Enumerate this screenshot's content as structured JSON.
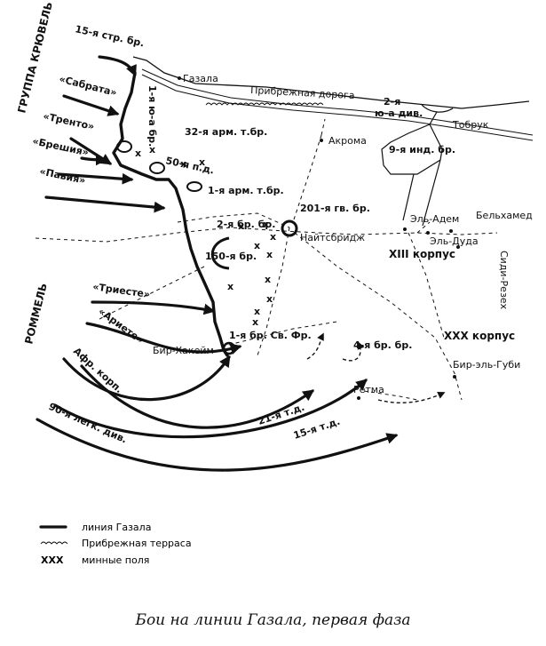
{
  "labels": {
    "gazala": "Газала",
    "coastal_road": "Прибрежная дорога",
    "div2": "2-я",
    "div2b": "ю-а див.",
    "tobruk": "Тобрук",
    "akroma": "Акрома",
    "ind9": "9-я инд. бр.",
    "arm32": "32-я арм. т.бр.",
    "sa1": "1-я ю-а бр.",
    "pd50": "50-я п.д.",
    "arm1": "1-я арм. т.бр.",
    "gv201": "201-я гв. бр.",
    "br2": "2-я бр. бр.",
    "knightsbridge": "Найтсбридж",
    "eladem": "Эль-Адем",
    "eldud": "Эль-Дуда",
    "belhamed": "Бельхамед",
    "sidirezeh": "Сиди-Резех",
    "xiii": "XIII корпус",
    "xxx": "XXX корпус",
    "br150": "150-я бр.",
    "fr1": "1-я бр. Св. Фр.",
    "bh": "Бир-Хакейм",
    "br4": "4-я бр. бр.",
    "retma": "Ретма",
    "birelgubi": "Бир-эль-Губи",
    "td21": "21-я т.д.",
    "td15": "15-я т.д.",
    "sp15": "15-я стр. бр.",
    "sabrata": "«Сабрата»",
    "trento": "«Тренто»",
    "brescia": "«Брешия»",
    "pavia": "«Павия»",
    "trieste": "«Триесте»",
    "ariete": "«Ариете»",
    "afrcorp": "Афр. корп.",
    "lt90": "90-я легк. див.",
    "cruewell": "ГРУППА КРЮВЕЛЬ",
    "rommel": "РОММЕЛЬ"
  },
  "legend": {
    "line": "линия Газала",
    "terrace": "Прибрежная терраса",
    "xxx_symbol": "XXX",
    "mines": "минные поля"
  },
  "caption": "Бои на линии Газала, первая фаза"
}
